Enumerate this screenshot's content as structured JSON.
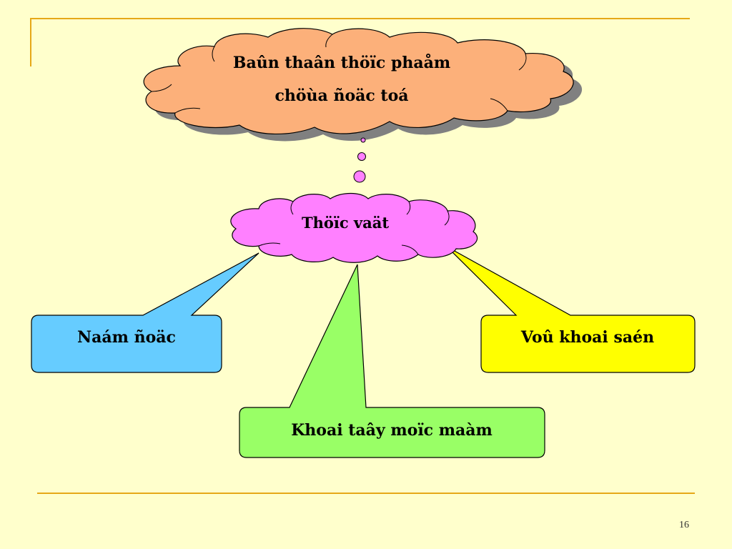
{
  "slide": {
    "page_number": "16"
  },
  "diagram": {
    "thought_cloud": {
      "line1": "Baûn thaân thöïc phaåm",
      "line2": "chöùa ñoäc toá",
      "color": "#fcb07a"
    },
    "center_cloud": {
      "label": "Thöïc vaät",
      "color": "#ff80ff"
    },
    "boxes": [
      {
        "label": "Naám ñoäc",
        "color": "#66ccff"
      },
      {
        "label": "Khoai taây moïc maàm",
        "color": "#99ff66"
      },
      {
        "label": "Voû khoai saén",
        "color": "#ffff00"
      }
    ],
    "accent_line_color": "#e6a817"
  }
}
